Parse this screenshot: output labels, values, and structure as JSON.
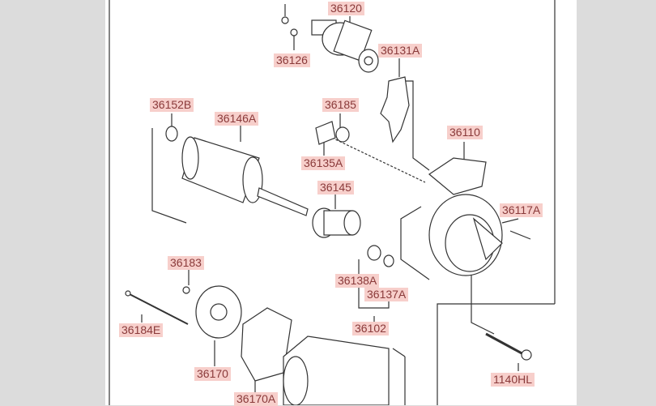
{
  "diagram": {
    "title": "Starter motor parts diagram",
    "label_color": "#8a3a3a",
    "label_bg": "#f7cfcb",
    "parts": [
      {
        "id": "36120"
      },
      {
        "id": "36126"
      },
      {
        "id": "36131A"
      },
      {
        "id": "36152B"
      },
      {
        "id": "36146A"
      },
      {
        "id": "36185"
      },
      {
        "id": "36110"
      },
      {
        "id": "36135A"
      },
      {
        "id": "36145"
      },
      {
        "id": "36117A"
      },
      {
        "id": "36183"
      },
      {
        "id": "36138A"
      },
      {
        "id": "36137A"
      },
      {
        "id": "36184E"
      },
      {
        "id": "36102"
      },
      {
        "id": "36170"
      },
      {
        "id": "1140HL"
      },
      {
        "id": "36170A"
      }
    ]
  }
}
